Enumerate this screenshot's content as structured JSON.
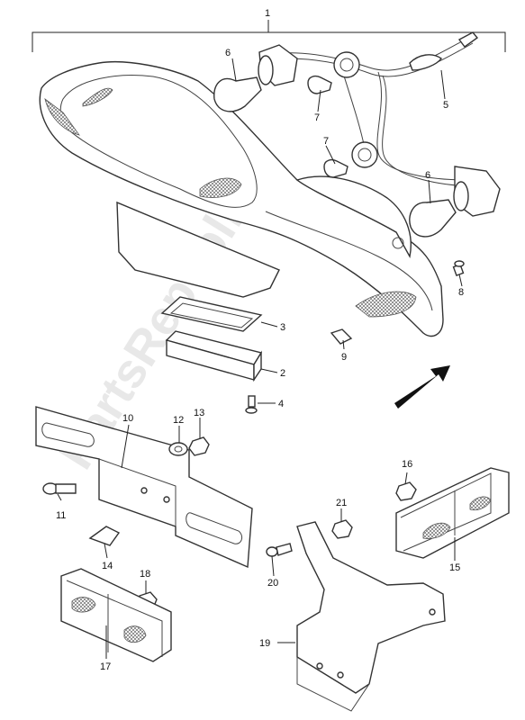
{
  "watermark": "PartsRepublik",
  "callouts": [
    {
      "id": "c1",
      "text": "1"
    },
    {
      "id": "c2",
      "text": "2"
    },
    {
      "id": "c3",
      "text": "3"
    },
    {
      "id": "c4",
      "text": "4"
    },
    {
      "id": "c5",
      "text": "5"
    },
    {
      "id": "c6a",
      "text": "6"
    },
    {
      "id": "c6b",
      "text": "6"
    },
    {
      "id": "c7a",
      "text": "7"
    },
    {
      "id": "c7b",
      "text": "7"
    },
    {
      "id": "c8",
      "text": "8"
    },
    {
      "id": "c9",
      "text": "9"
    },
    {
      "id": "c10",
      "text": "10"
    },
    {
      "id": "c11",
      "text": "11"
    },
    {
      "id": "c12",
      "text": "12"
    },
    {
      "id": "c13",
      "text": "13"
    },
    {
      "id": "c14",
      "text": "14"
    },
    {
      "id": "c15",
      "text": "15"
    },
    {
      "id": "c16",
      "text": "16"
    },
    {
      "id": "c17",
      "text": "17"
    },
    {
      "id": "c18",
      "text": "18"
    },
    {
      "id": "c19",
      "text": "19"
    },
    {
      "id": "c20",
      "text": "20"
    },
    {
      "id": "c21",
      "text": "21"
    }
  ],
  "colors": {
    "line": "#222222",
    "background": "#ffffff",
    "watermark": "#d6d6d6"
  }
}
